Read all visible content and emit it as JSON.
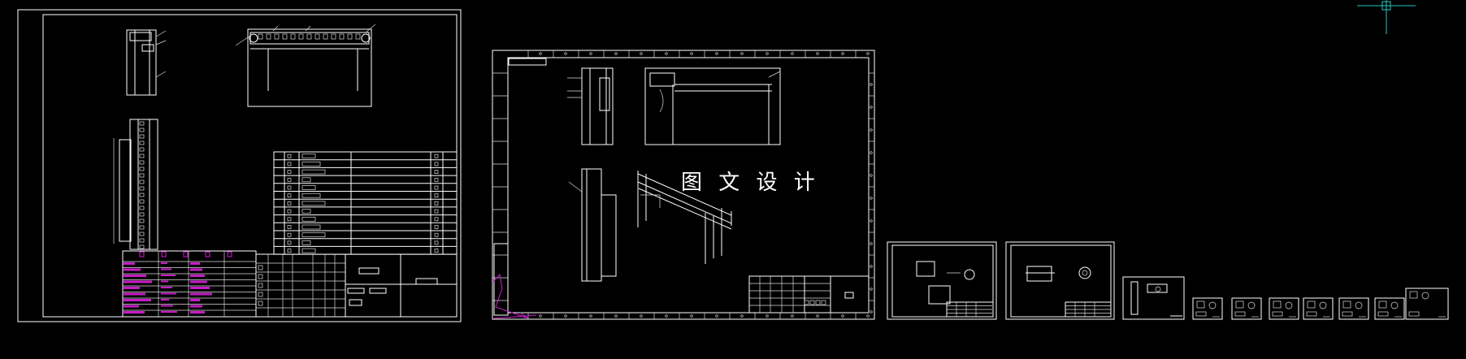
{
  "viewport": {
    "background": "#000000"
  },
  "watermark": {
    "text": "图 文 设 计",
    "color": "#ffffff"
  },
  "colors": {
    "line": "#ffffff",
    "highlight": "#c61cc6",
    "crosshair": "#25c7c4"
  },
  "sheets": [
    {
      "id": "assembly-sheet-1",
      "title": ""
    },
    {
      "id": "assembly-sheet-2",
      "title": ""
    },
    {
      "id": "part-sheet-a",
      "title": ""
    },
    {
      "id": "part-sheet-b",
      "title": ""
    },
    {
      "id": "part-sheet-c",
      "title": ""
    },
    {
      "id": "part-thumb-1",
      "title": ""
    },
    {
      "id": "part-thumb-2",
      "title": ""
    },
    {
      "id": "part-thumb-3",
      "title": ""
    },
    {
      "id": "part-thumb-4",
      "title": ""
    },
    {
      "id": "part-thumb-5",
      "title": ""
    },
    {
      "id": "part-thumb-6",
      "title": ""
    },
    {
      "id": "part-thumb-7",
      "title": ""
    }
  ],
  "cursor": {
    "icon": "crosshair-cursor-icon"
  }
}
